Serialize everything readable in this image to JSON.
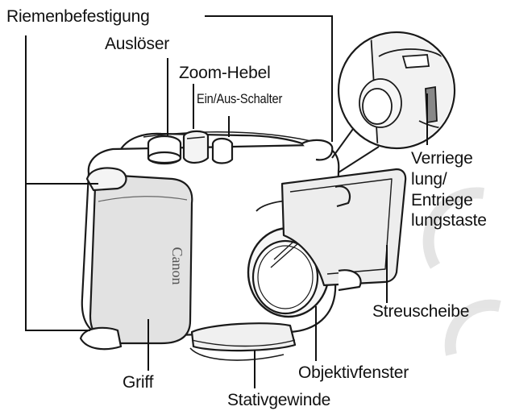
{
  "labels": {
    "strap_mount": "Riemenbefestigung",
    "shutter_button": "Auslöser",
    "zoom_lever": "Zoom-Hebel",
    "power_switch": "Ein/Aus-Schalter",
    "lock_release_line1": "Verriege",
    "lock_release_line2": "lung/",
    "lock_release_line3": "Entriege",
    "lock_release_line4": "lungstaste",
    "diffuser": "Streuscheibe",
    "lens_window": "Objektivfenster",
    "grip": "Griff",
    "tripod_socket": "Stativgewinde"
  },
  "brand": "Canon"
}
